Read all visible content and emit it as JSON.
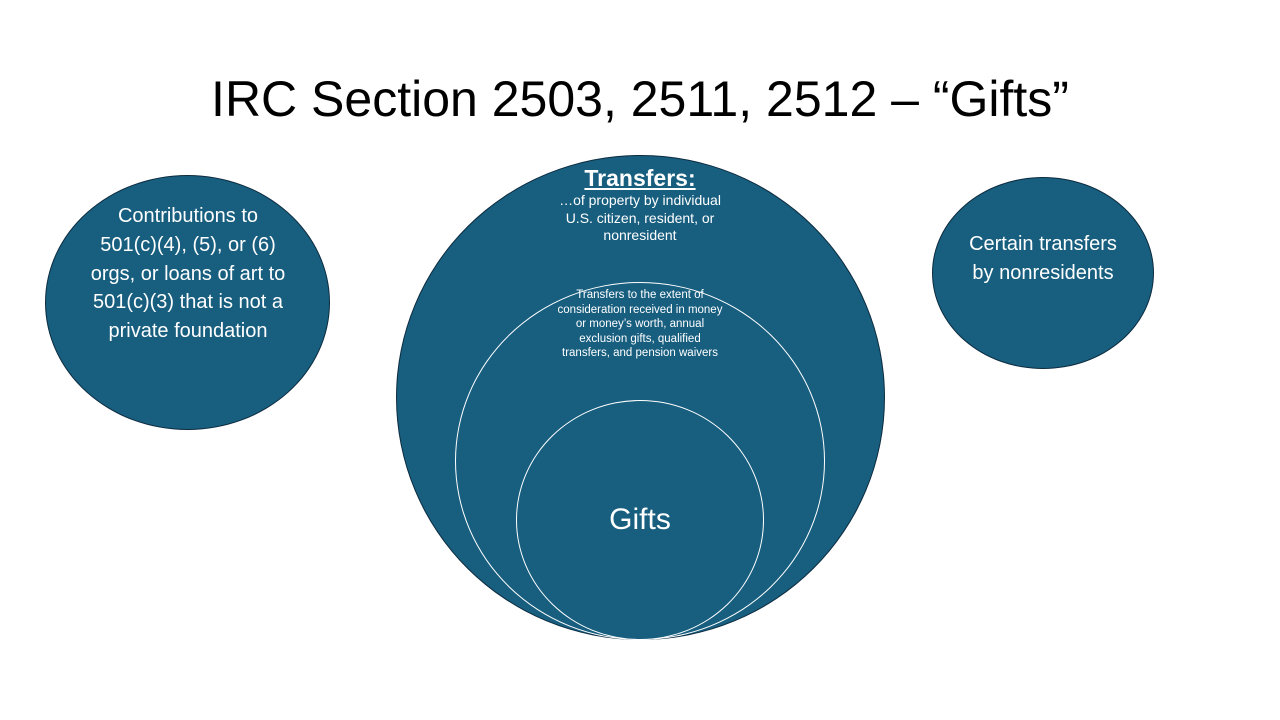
{
  "slide": {
    "title": "IRC Section 2503, 2511, 2512 – “Gifts”"
  },
  "diagram": {
    "colors": {
      "fill": "#175e7f",
      "outline": "#0d2c40",
      "inner_ring": "#ffffff",
      "text": "#ffffff"
    },
    "left_ellipse": {
      "text": "Contributions to 501(c)(4), (5), or (6) orgs, or loans of art to 501(c)(3) that is not a private foundation"
    },
    "right_ellipse": {
      "text": "Certain transfers by nonresidents"
    },
    "outer_circle": {
      "title": "Transfers:",
      "description": "…of property by individual U.S. citizen, resident, or nonresident"
    },
    "middle_circle": {
      "text": "Transfers to the extent of consideration received in money or money’s worth, annual exclusion gifts, qualified transfers, and pension waivers"
    },
    "inner_circle": {
      "label": "Gifts"
    }
  }
}
